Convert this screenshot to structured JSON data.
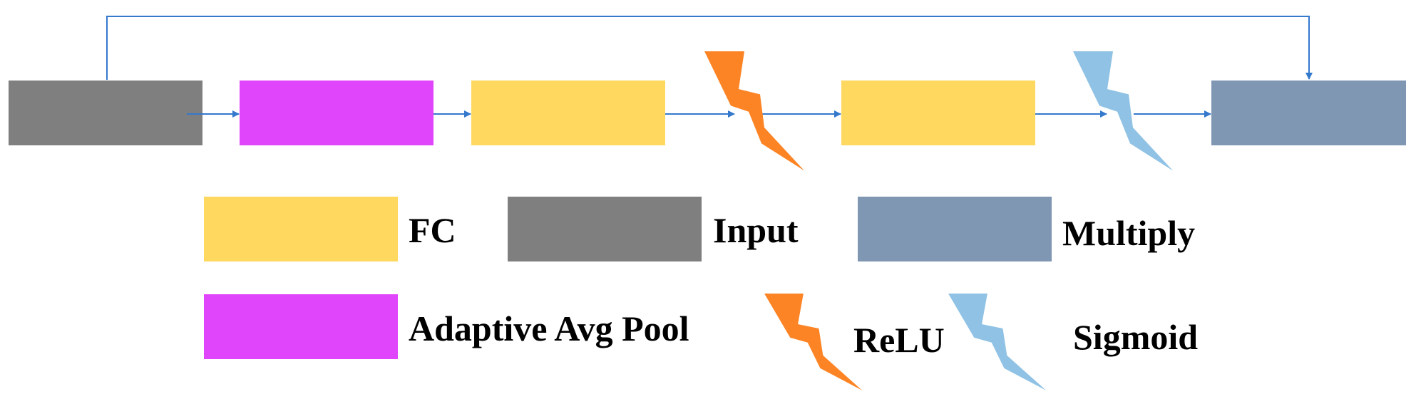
{
  "colors": {
    "fc": "#FED85F",
    "input": "#7F7F7F",
    "multiply": "#7F97B2",
    "pool": "#E145FB",
    "relu": "#FD8425",
    "sigmoid": "#8FC2E4",
    "arrow": "#3479CC"
  },
  "flow": {
    "nodes": [
      {
        "type": "input"
      },
      {
        "type": "pool"
      },
      {
        "type": "fc"
      },
      {
        "type": "relu"
      },
      {
        "type": "fc"
      },
      {
        "type": "sigmoid"
      },
      {
        "type": "multiply"
      }
    ],
    "skip_connection": {
      "from": "input",
      "to": "multiply"
    }
  },
  "legend": {
    "fc": "FC",
    "input": "Input",
    "multiply": "Multiply",
    "pool": "Adaptive Avg Pool",
    "relu": "ReLU",
    "sigmoid": "Sigmoid"
  }
}
